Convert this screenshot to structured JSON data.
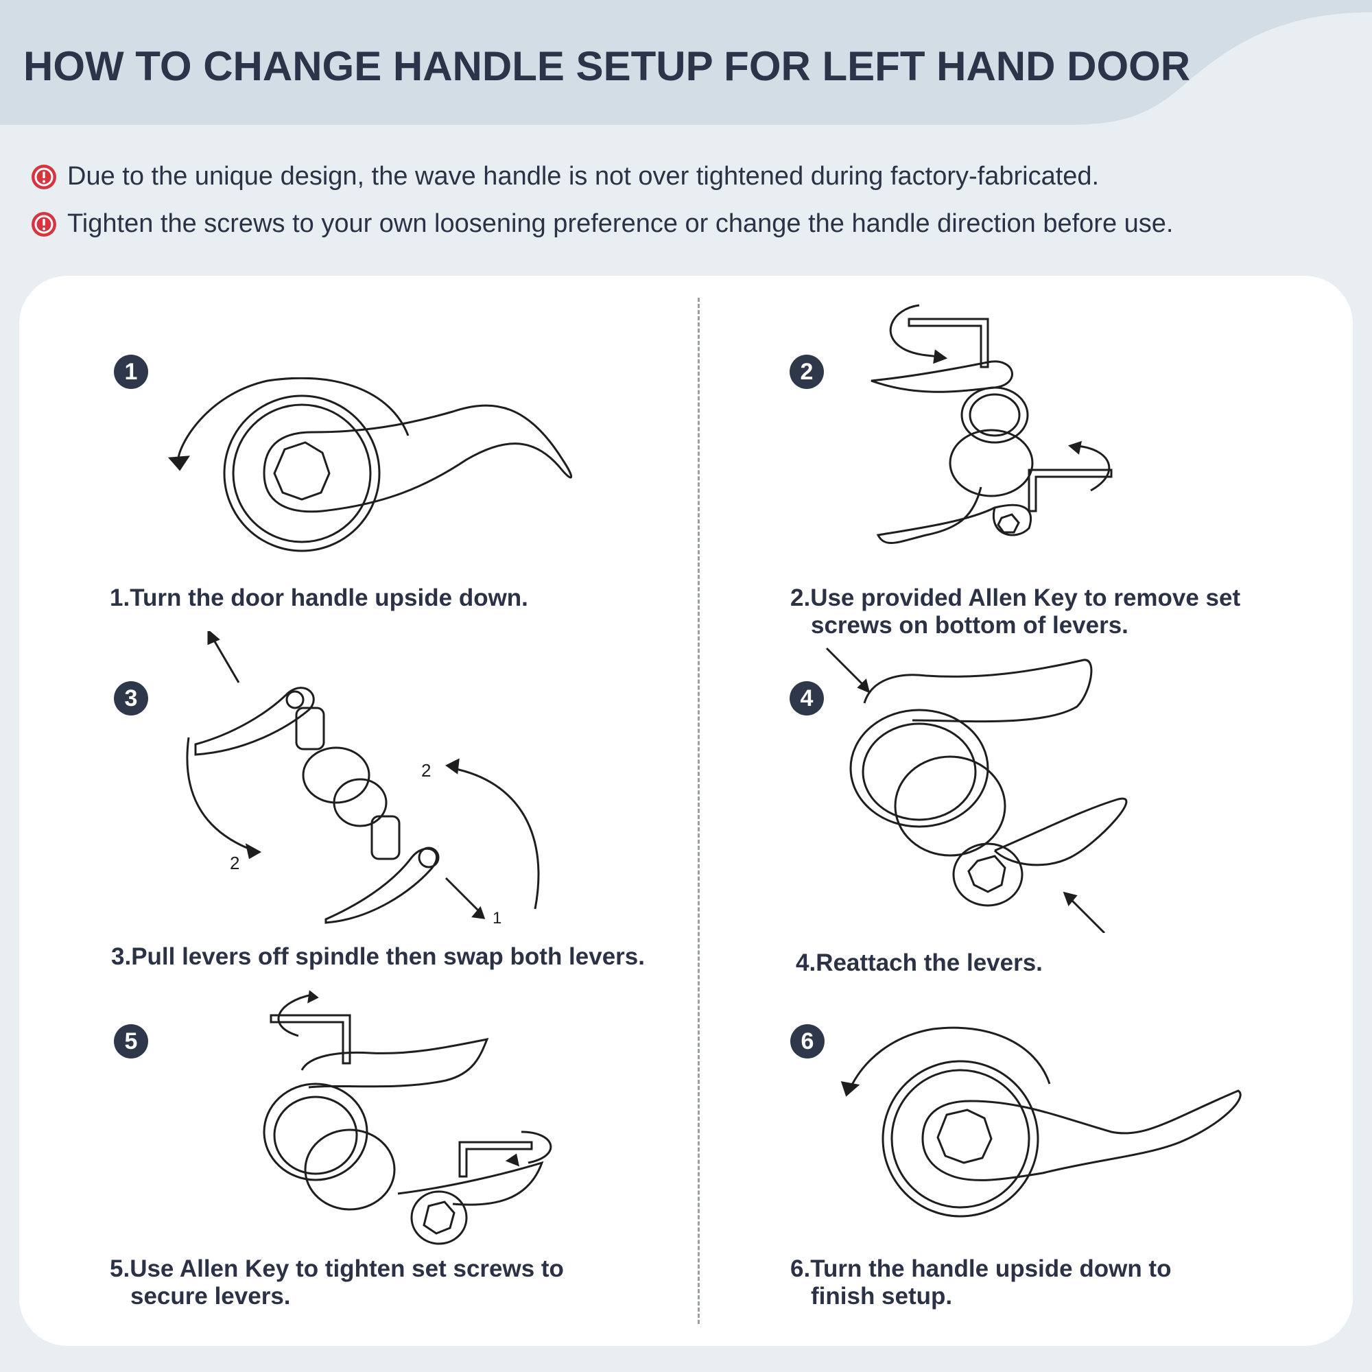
{
  "title": "HOW TO CHANGE HANDLE SETUP FOR LEFT HAND DOOR",
  "notices": [
    {
      "text": "Due to the unique design, the wave handle is not over tightened during factory-fabricated.",
      "icon": "exclamation-circle-icon"
    },
    {
      "text": "Tighten the screws to your own loosening preference or change the handle direction before use.",
      "icon": "exclamation-circle-icon"
    }
  ],
  "colors": {
    "accent": "#d8343f",
    "title": "#2b3448",
    "badge": "#2f374b",
    "header_band": "#d3dde6",
    "background": "#e9eef3",
    "card": "#ffffff"
  },
  "steps": [
    {
      "number": "1",
      "caption_line1": "1.Turn the door handle upside down.",
      "caption_line2": ""
    },
    {
      "number": "2",
      "caption_line1": "2.Use provided Allen Key to remove set",
      "caption_line2": "screws on bottom of levers."
    },
    {
      "number": "3",
      "caption_line1": "3.Pull levers off spindle then swap both levers.",
      "caption_line2": "",
      "illustration_labels": [
        "2",
        "2",
        "1"
      ]
    },
    {
      "number": "4",
      "caption_line1": "4.Reattach the levers.",
      "caption_line2": ""
    },
    {
      "number": "5",
      "caption_line1": "5.Use Allen Key to tighten set screws to",
      "caption_line2": "secure levers."
    },
    {
      "number": "6",
      "caption_line1": "6.Turn the handle upside down to",
      "caption_line2": "finish setup."
    }
  ]
}
